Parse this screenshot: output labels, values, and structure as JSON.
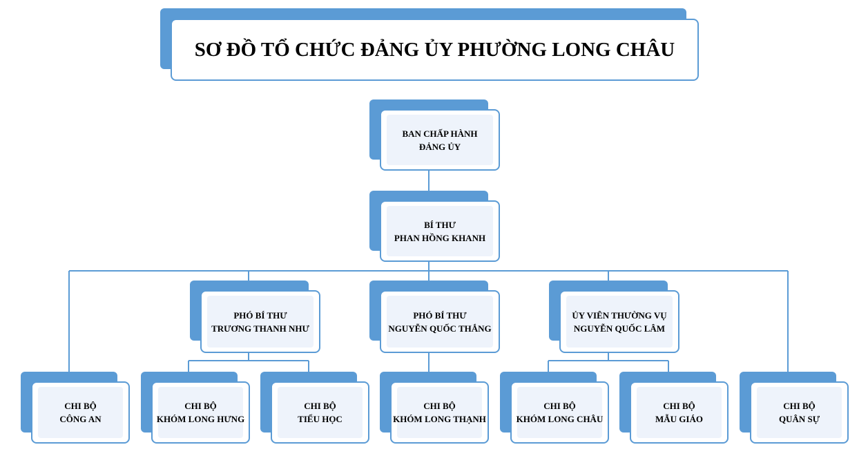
{
  "diagram": {
    "title": "SƠ ĐỒ TỔ CHỨC ĐẢNG ỦY PHƯỜNG LONG CHÂU",
    "colors": {
      "shadow": "#5b9bd5",
      "border": "#5b9bd5",
      "fill": "#eef3fb",
      "line": "#5b9bd5"
    },
    "executive": {
      "line1": "BAN CHẤP HÀNH",
      "line2": "ĐẢNG ỦY"
    },
    "secretary": {
      "line1": "BÍ THƯ",
      "line2": "PHAN HỒNG KHANH"
    },
    "deputies": [
      {
        "line1": "PHÓ BÍ THƯ",
        "line2": "TRƯƠNG THANH NHƯ"
      },
      {
        "line1": "PHÓ BÍ THƯ",
        "line2": "NGUYỄN QUỐC THẮNG"
      },
      {
        "line1": "ỦY VIÊN THƯỜNG VỤ",
        "line2": "NGUYỄN QUỐC LÂM"
      }
    ],
    "branches": [
      {
        "line1": "CHI BỘ",
        "line2": "CÔNG AN"
      },
      {
        "line1": "CHI BỘ",
        "line2": "KHÓM LONG HƯNG"
      },
      {
        "line1": "CHI BỘ",
        "line2": "TIỂU HỌC"
      },
      {
        "line1": "CHI BỘ",
        "line2": "KHÓM LONG THẠNH"
      },
      {
        "line1": "CHI BỘ",
        "line2": "KHÓM LONG CHÂU"
      },
      {
        "line1": "CHI BỘ",
        "line2": "MẪU GIÁO"
      },
      {
        "line1": "CHI BỘ",
        "line2": "QUÂN SỰ"
      }
    ]
  }
}
